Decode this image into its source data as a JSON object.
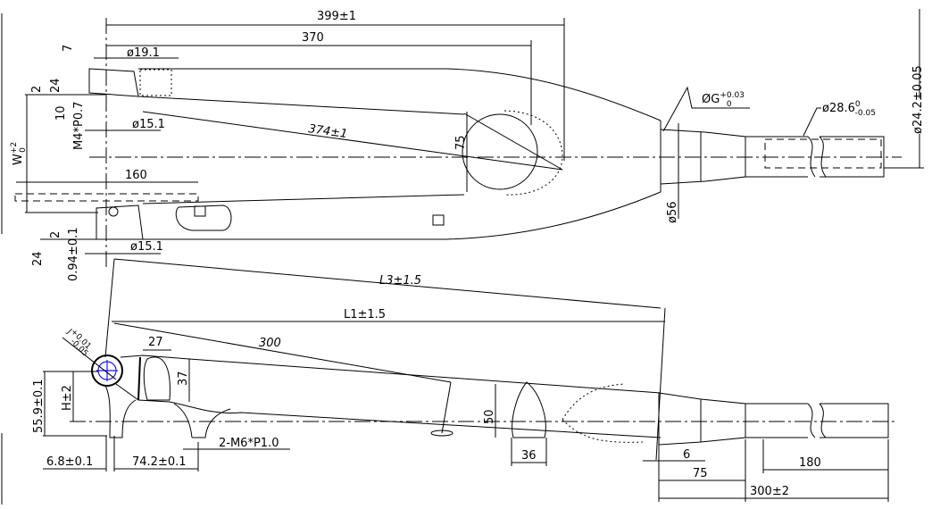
{
  "top_view": {
    "overall_length": "399±1",
    "inner_length": "370",
    "tip_diameter": "ø19.1",
    "dim_7": "7",
    "dim_2_upper": "2",
    "dim_24_upper": "24",
    "dim_10": "10",
    "thread_upper": "M4*P0.7",
    "dropout_diameter_upper": "ø15.1",
    "diagonal_length": "374±1",
    "crown_circle": "75",
    "width_label": "W",
    "width_tol_upper": "+2",
    "width_tol_lower": "0",
    "axle_length": "160",
    "dim_2_lower": "2",
    "dim_24_lower": "24",
    "dim_0_94": "0.94±0.1",
    "dropout_diameter_lower": "ø15.1",
    "g_label": "ØG",
    "g_tol_upper": "+0.03",
    "g_tol_lower": "0",
    "steerer_label": "ø28.6",
    "steerer_tol_upper": "0",
    "steerer_tol_lower": "-0.05",
    "inner_diameter": "ø24.2±0.05",
    "crown_diameter": "ø56"
  },
  "side_view": {
    "l3": "L3±1.5",
    "l1": "L1±1.5",
    "dim_300": "300",
    "j_label": "J",
    "j_tol_upper": "+0.01",
    "j_tol_lower": "-0.05",
    "dim_27": "27",
    "dim_37": "37",
    "h": "H±2",
    "dim_55_9": "55.9±0.1",
    "dim_50": "50",
    "dim_6_8": "6.8±0.1",
    "dim_74_2": "74.2±0.1",
    "thread": "2-M6*P1.0",
    "dim_36": "36",
    "dim_6": "6",
    "dim_75": "75",
    "dim_180": "180",
    "steerer_length": "300±2"
  }
}
